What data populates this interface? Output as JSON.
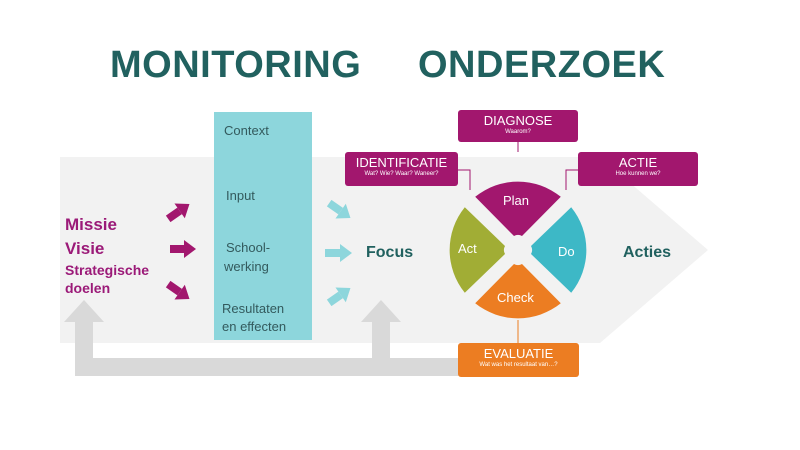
{
  "headings": {
    "monitoring": "MONITORING",
    "onderzoek": "ONDERZOEK"
  },
  "left": {
    "missie": "Missie",
    "visie": "Visie",
    "strategische": "Strategische",
    "doelen": "doelen"
  },
  "column": {
    "context": "Context",
    "input": "Input",
    "school_line1": "School-",
    "school_line2": "werking",
    "resultaten_line1": "Resultaten",
    "resultaten_line2": "en effecten"
  },
  "focus": "Focus",
  "acties": "Acties",
  "cycle": {
    "plan": "Plan",
    "do": "Do",
    "check": "Check",
    "act": "Act"
  },
  "callouts": {
    "diagnose": {
      "title": "DIAGNOSE",
      "sub": "Waarom?"
    },
    "identificatie": {
      "title": "IDENTIFICATIE",
      "sub": "Wat? Wie? Waar? Waneer?"
    },
    "actie": {
      "title": "ACTIE",
      "sub": "Hoe kunnen we?"
    },
    "evaluatie": {
      "title": "EVALUATIE",
      "sub": "Wat was het resultaat van…?"
    }
  },
  "colors": {
    "teal_heading": "#21615f",
    "magenta": "#a2176e",
    "light_blue": "#8dd6dc",
    "plan": "#a2176e",
    "do": "#3db8c6",
    "check": "#ec7d22",
    "act": "#a1ad35",
    "arrow_band": "#f2f2f2",
    "feedback_arrow": "#d9d9d9"
  }
}
